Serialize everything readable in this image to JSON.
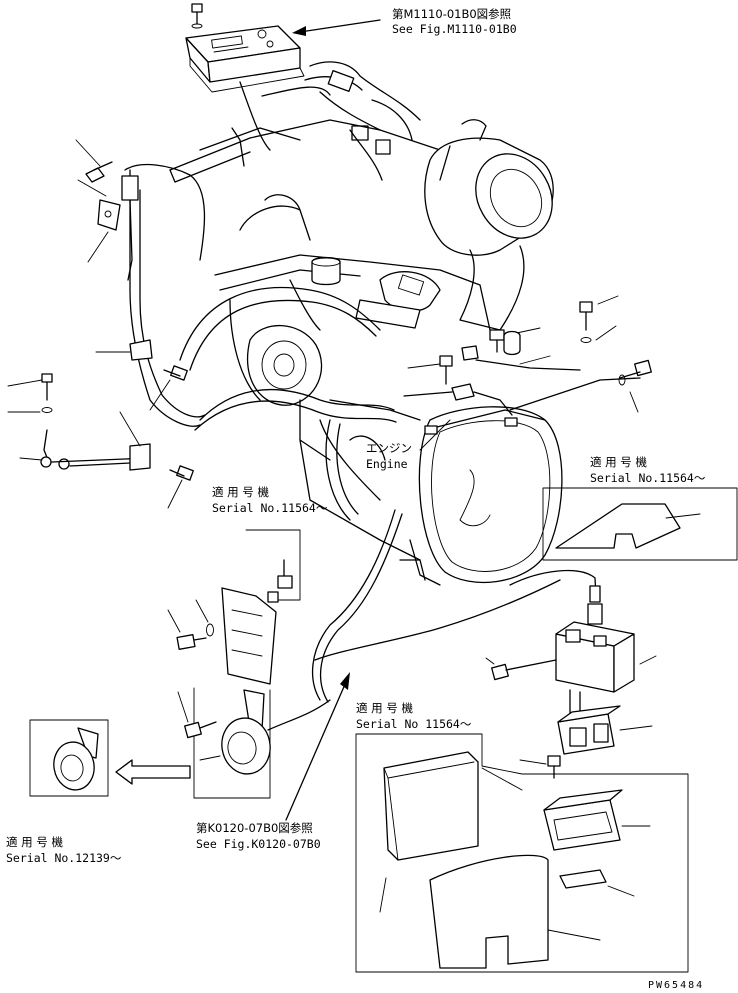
{
  "labels": {
    "ref_top_jp": "第M1110-01B0図参照",
    "ref_top_en": "See Fig.M1110-01B0",
    "engine_jp": "エンジン",
    "engine_en": "Engine",
    "serial_a_jp": "適 用 号 機",
    "serial_a_en": "Serial No.11564～",
    "serial_b_jp": "適 用 号 機",
    "serial_b_en": "Serial No.11564～",
    "serial_c_jp": "適 用 号 機",
    "serial_c_en": "Serial No 11564～",
    "serial_d_jp": "適 用 号 機",
    "serial_d_en": "Serial No.12139～",
    "ref_bottom_jp": "第K0120-07B0図参照",
    "ref_bottom_en": "See Fig.K0120-07B0",
    "drawing_id": "PW65484"
  }
}
